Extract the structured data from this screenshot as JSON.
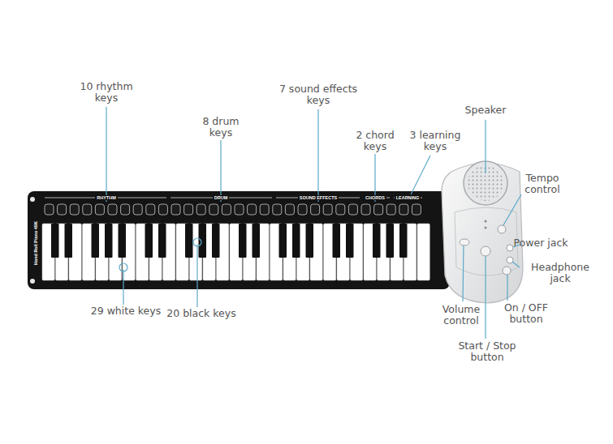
{
  "diagram": {
    "labels": [
      "10 rhythm keys",
      "8 drum keys",
      "7 sound effects keys",
      "2 chord keys",
      "3 learning keys",
      "Speaker",
      "Tempo control",
      "Power jack",
      "Headphone jack",
      "On / OFF button",
      "Start / Stop button",
      "Volume control",
      "29 white keys",
      "20 black keys",
      "RHYTHM",
      "DRUM",
      "SOUND EFFECTS",
      "CHORDS",
      "LEARNING",
      "Hand Roll Piano 49K"
    ]
  }
}
